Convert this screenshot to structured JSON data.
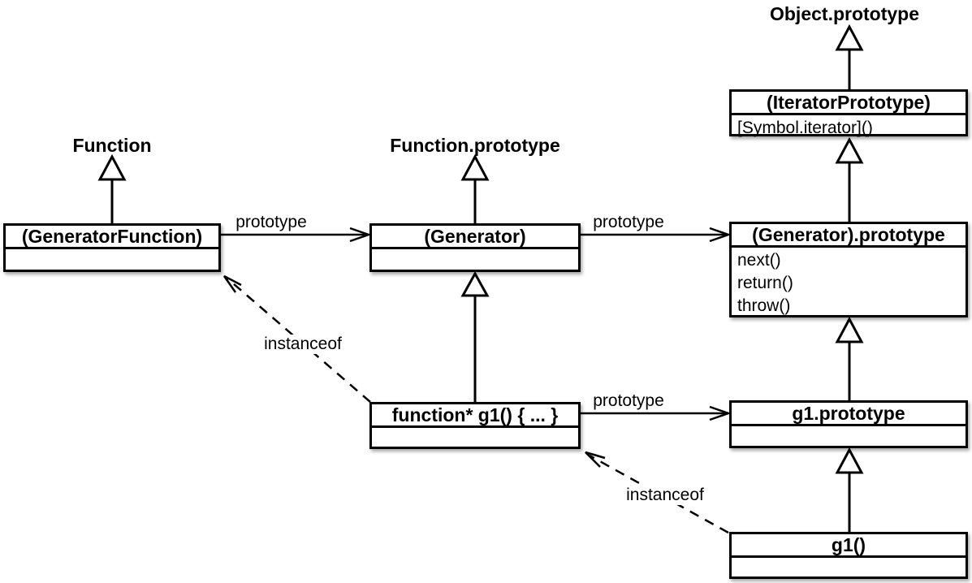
{
  "diagram": {
    "labels": {
      "function": "Function",
      "function_prototype": "Function.prototype",
      "object_prototype": "Object.prototype"
    },
    "boxes": [
      {
        "title": "(GeneratorFunction)",
        "members": []
      },
      {
        "title": "(Generator)",
        "members": []
      },
      {
        "title": "(IteratorPrototype)",
        "members": [
          "[Symbol.iterator]()"
        ]
      },
      {
        "title": "(Generator).prototype",
        "members": [
          "next()",
          "return()",
          "throw()"
        ]
      },
      {
        "title": "function* g1() { ... }",
        "members": []
      },
      {
        "title": "g1.prototype",
        "members": []
      },
      {
        "title": "g1()",
        "members": []
      }
    ],
    "edges": {
      "prototype_label_1": "prototype",
      "prototype_label_2": "prototype",
      "prototype_label_3": "prototype",
      "instanceof_label_1": "instanceof",
      "instanceof_label_2": "instanceof"
    },
    "colors": {
      "line": "#000000",
      "fill": "#ffffff",
      "background": "#ffffff",
      "text": "#000000"
    }
  }
}
